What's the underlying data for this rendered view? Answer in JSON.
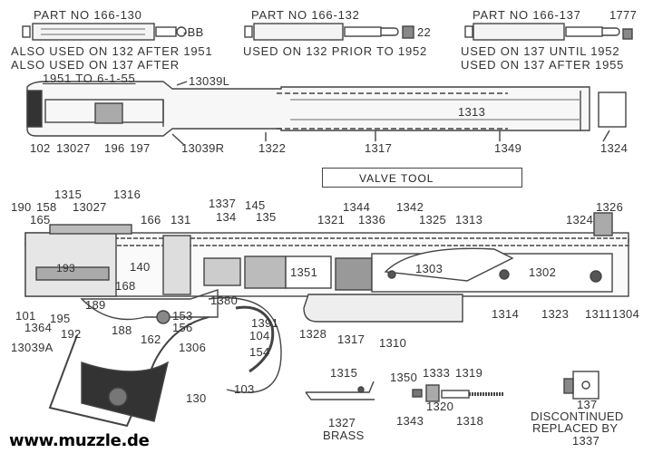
{
  "top_parts": {
    "p130": {
      "title": "PART NO 166-130",
      "bb": "-BB",
      "note1": "ALSO USED ON 132 AFTER 1951",
      "note2": "ALSO USED ON 137 AFTER",
      "note3": "1951 TO 6-1-55"
    },
    "p132": {
      "title": "PART NO 166-132",
      "num": "22",
      "note1": "USED ON 132 PRIOR TO 1952"
    },
    "p137": {
      "title": "PART NO 166-137",
      "num": "1777",
      "note1": "USED ON 137 UNTIL 1952",
      "note2": "USED ON 137 AFTER 1955"
    }
  },
  "upper_assembly": {
    "l13039L": "13039L",
    "l102": "102",
    "l13027": "13027",
    "l196": "196",
    "l197": "197",
    "l13039R": "13039R",
    "l1322": "1322",
    "l1317": "1317",
    "l1349": "1349",
    "l1324": "1324",
    "l1313": "1313"
  },
  "valve_tool": "VALVE TOOL",
  "lower_assembly": {
    "l190": "190",
    "l158": "158",
    "l165": "165",
    "l1315": "1315",
    "l13027": "13027",
    "l1316": "1316",
    "l166": "166",
    "l131": "131",
    "l1337": "1337",
    "l134": "134",
    "l145": "145",
    "l135": "135",
    "l1321": "1321",
    "l1344": "1344",
    "l1336": "1336",
    "l1342": "1342",
    "l1325": "1325",
    "l1313": "1313",
    "l1324": "1324",
    "l1326": "1326",
    "l140": "140",
    "l168": "168",
    "l1351": "1351",
    "l1303": "1303",
    "l1302": "1302",
    "l1380": "1380",
    "l189": "189",
    "l101": "101",
    "l1364": "1364",
    "l195": "195",
    "l192": "192",
    "l193": "193",
    "l188": "188",
    "l162": "162",
    "l153": "153",
    "l156": "156",
    "l1306": "1306",
    "l1391": "1391",
    "l104": "104",
    "l154": "154",
    "l1328": "1328",
    "l1317": "1317",
    "l1310": "1310",
    "l1314": "1314",
    "l1323": "1323",
    "l1311": "1311",
    "l1304": "1304",
    "l13039A": "13039A",
    "l103": "103",
    "l130": "130"
  },
  "small_parts": {
    "l1315": "1315",
    "l1327": "1327",
    "brass": "BRASS",
    "l1350": "1350",
    "l1333": "1333",
    "l1319": "1319",
    "l1320": "1320",
    "l1343": "1343",
    "l1318": "1318",
    "l137": "137",
    "discontinued": "DISCONTINUED",
    "replaced_by": "REPLACED BY",
    "l1337": "1337"
  },
  "watermark": "www.muzzle.de"
}
